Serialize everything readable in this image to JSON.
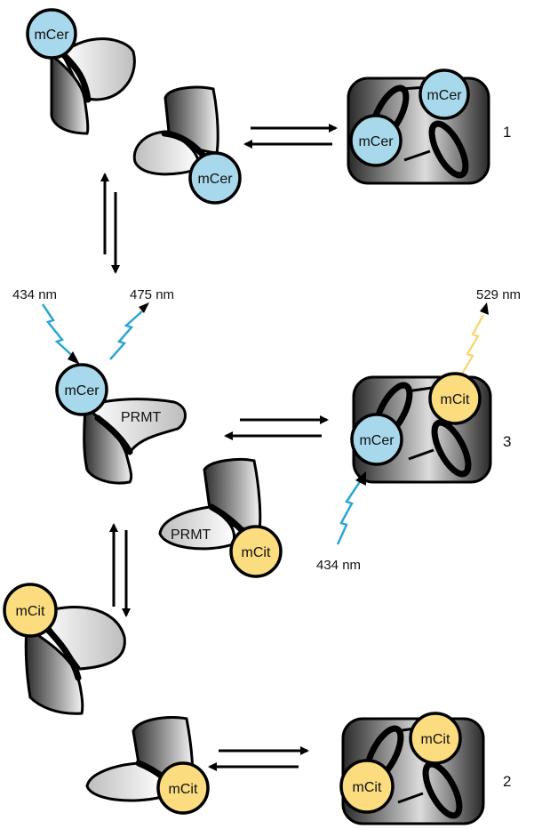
{
  "colors": {
    "cfp": "#a8d8ec",
    "yfp": "#fbdc7f",
    "blue_photon": "#2aa6d4",
    "yellow_photon": "#f6d77a"
  },
  "proteins": {
    "cfp_label": "mCer",
    "yfp_label": "mCit",
    "enzyme_label": "PRMT"
  },
  "wavelengths": {
    "excitation_top": "434 nm",
    "emission_cyan": "475 nm",
    "emission_yellow": "529 nm",
    "excitation_bottom": "434 nm"
  },
  "complex_numbers": {
    "c1": "1",
    "c2": "2",
    "c3": "3"
  }
}
